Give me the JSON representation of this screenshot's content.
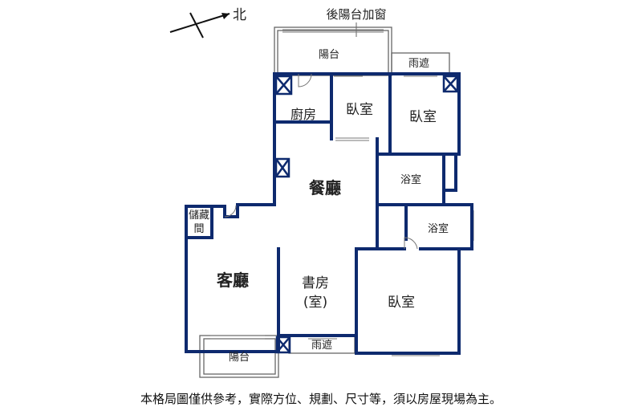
{
  "compass": {
    "label": "北"
  },
  "annotation": {
    "rear_balcony_window": "後陽台加窗"
  },
  "rooms": {
    "balcony_top": "陽台",
    "rain_shelter_top": "雨遮",
    "kitchen": "廚房",
    "bedroom_small": "臥室",
    "bedroom_ne": "臥室",
    "dining": "餐廳",
    "bath_upper": "浴室",
    "bath_lower": "浴室",
    "storage_line1": "儲藏",
    "storage_line2": "間",
    "living": "客廳",
    "study_line1": "書房",
    "study_line2": "(室)",
    "bedroom_master": "臥室",
    "balcony_bottom": "陽台",
    "rain_shelter_bottom": "雨遮"
  },
  "disclaimer": "本格局圖僅供參考，實際方位、規劃、尺寸等，須以房屋現場為主。",
  "colors": {
    "wall": "#0e2a6e",
    "thin_line": "#555555",
    "text": "#222222"
  }
}
